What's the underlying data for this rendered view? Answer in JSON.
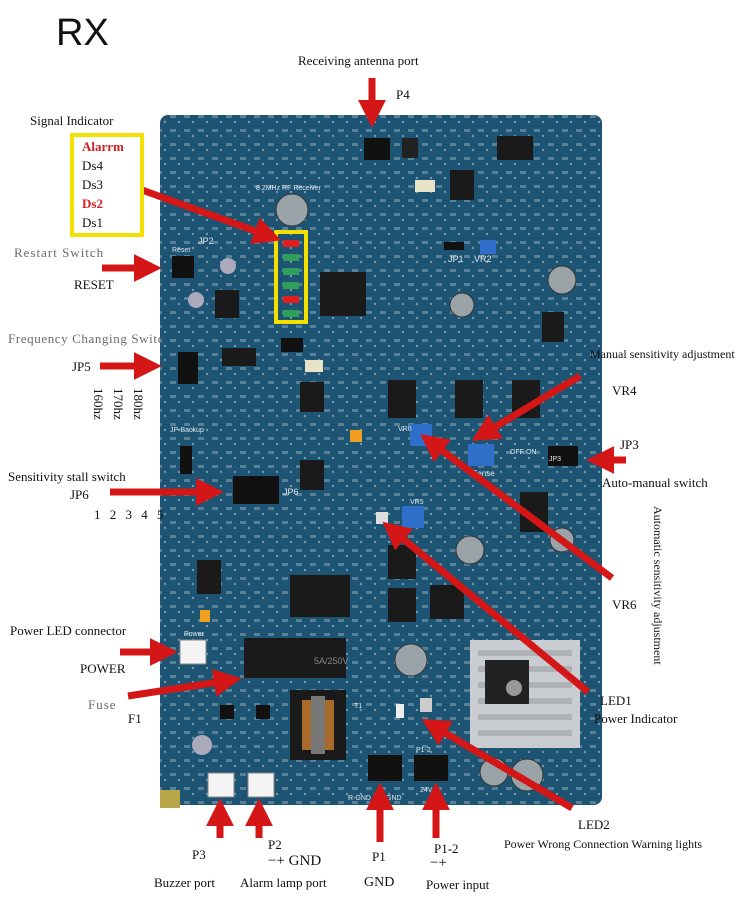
{
  "title": "RX",
  "labels": {
    "receiving_antenna": "Receiving antenna port",
    "p4": "P4",
    "signal_indicator": "Signal Indicator",
    "alarm": "Alarrm",
    "ds4": "Ds4",
    "ds3": "Ds3",
    "ds2": "Ds2",
    "ds1": "Ds1",
    "restart_switch": "Restart  Switch",
    "reset": "RESET",
    "freq_switch": "Frequency Changing Switc",
    "jp5": "JP5",
    "hz160": "160hz",
    "hz170": "170hz",
    "hz180": "180hz",
    "sens_stall": "Sensitivity stall switch",
    "jp6": "JP6",
    "stall_numbers": "1 2 3 4 5",
    "power_led": "Power LED connector",
    "power": "POWER",
    "fuse": "Fuse",
    "f1": "F1",
    "p3": "P3",
    "buzzer": "Buzzer port",
    "p2": "P2",
    "p2_polarity": "−+ GND",
    "alarm_lamp": "Alarm lamp port",
    "p1": "P1",
    "gnd": "GND",
    "p1_2": "P1-2",
    "p1_2_polarity": "−+",
    "power_input": "Power input",
    "manual_sens": "Manual sensitivity adjustment",
    "vr4": "VR4",
    "jp3": "JP3",
    "auto_manual": "Auto-manual switch",
    "auto_sens": "Automatic sensitivity adjustment",
    "vr6": "VR6",
    "led1": "LED1",
    "power_indicator": "Power Indicator",
    "led2": "LED2",
    "power_wrong": "Power Wrong Connection Warning lights"
  },
  "board": {
    "silkscreen_title": "8.2MHz RF Receiver",
    "jp2": "JP2",
    "reset": "Reset",
    "jp1": "JP1",
    "vr2": "VR2",
    "jp6": "JP6",
    "vr6": "VR6",
    "sense": "Sense",
    "jp3": "JP3",
    "off_on": "OFF  ON",
    "vr5": "VR5",
    "power": "Power",
    "fuse_rating": "5A/250V",
    "jp_backup": "JP-Backup",
    "t1": "T1",
    "v24": "24V",
    "r_gnd": "R-GND",
    "gnd": "GND",
    "p1_2": "P1-2"
  },
  "colors": {
    "arrow": "#d41616",
    "pcb": "#1d5473",
    "highlight": "#f3e000"
  }
}
